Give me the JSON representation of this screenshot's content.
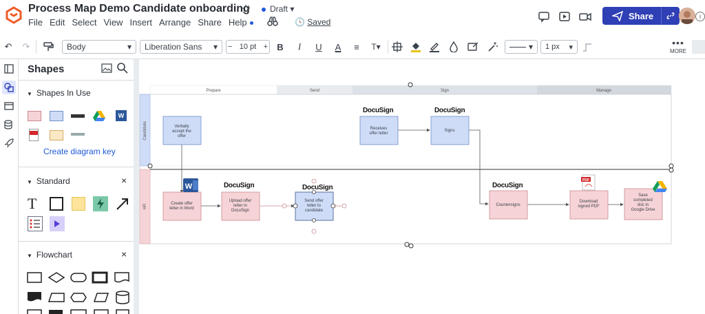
{
  "app": {
    "doc_title": "Process Map Demo Candidate onboarding",
    "status": "Draft",
    "save_status": "Saved",
    "share_label": "Share",
    "menu": [
      "File",
      "Edit",
      "Select",
      "View",
      "Insert",
      "Arrange",
      "Share",
      "Help"
    ]
  },
  "toolbar": {
    "style": "Body",
    "font": "Liberation Sans",
    "font_size": "10 pt",
    "decrease": "−",
    "increase": "+",
    "bold": "B",
    "italic": "I",
    "underline": "U",
    "text_color": "A",
    "line_width": "1 px",
    "more": "MORE"
  },
  "panel": {
    "title": "Shapes",
    "shapes_in_use": "Shapes In Use",
    "create_key": "Create diagram key",
    "standard": "Standard",
    "flowchart": "Flowchart",
    "text_tool": "T",
    "close": "×"
  },
  "diagram": {
    "phases": [
      "Prepare",
      "Send",
      "Sign",
      "Manage"
    ],
    "lanes": [
      "Candidate",
      "HR"
    ],
    "brand": "DocuSign",
    "nodes": {
      "verbally_accept": "Verbally accept the offer",
      "receives_offer": "Receives offer letter",
      "signs": "Signs",
      "create_offer": "Create offer letter in Word",
      "upload_offer": "Upload offer letter in DocuSign",
      "send_offer": "Send offer letter to candidate",
      "countersigns": "Countersigns",
      "download_pdf": "Download signed PDF",
      "save_drive": "Save completed doc in Google Drive"
    },
    "logos": {
      "word": "W",
      "pdf": "PDF"
    }
  },
  "colors": {
    "accent": "#2f3fb5",
    "link": "#1f5ad9",
    "candidate_fill": "#cfdcf7",
    "candidate_stroke": "#6f8fc9",
    "hr_fill": "#f6d3d6",
    "hr_stroke": "#c98a90",
    "lane_header": "#dde2e8"
  }
}
